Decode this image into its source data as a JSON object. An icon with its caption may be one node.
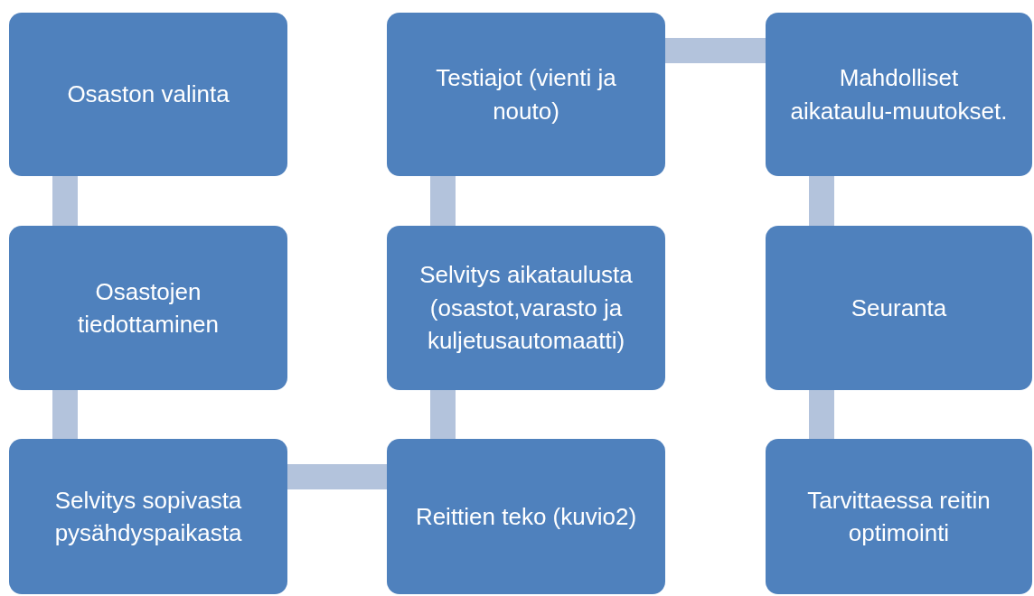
{
  "diagram": {
    "nodes": [
      {
        "text": [
          "Osaston valinta"
        ]
      },
      {
        "text": [
          "Osastojen tiedottaminen"
        ]
      },
      {
        "text": [
          "Selvitys sopivasta pysähdyspaikasta"
        ]
      },
      {
        "text": [
          "Reittien teko (kuvio2)"
        ]
      },
      {
        "text": [
          "Selvitys aikataulusta (osastot,varasto ja kuljetusautomaatti)"
        ]
      },
      {
        "text": [
          "Testiajot (vienti ja nouto)"
        ]
      },
      {
        "text": [
          "Mahdolliset aikataulu-muutokset."
        ]
      },
      {
        "text": [
          "Seuranta"
        ]
      },
      {
        "text": [
          "Tarvittaessa reitin optimointi"
        ]
      }
    ],
    "edges": [
      {
        "from": 0,
        "to": 1,
        "arrow": "none"
      },
      {
        "from": 1,
        "to": 2,
        "arrow": "none"
      },
      {
        "from": 2,
        "to": 3,
        "arrow": "none"
      },
      {
        "from": 3,
        "to": 4,
        "arrow": "none"
      },
      {
        "from": 4,
        "to": 5,
        "arrow": "none"
      },
      {
        "from": 5,
        "to": 6,
        "arrow": "none"
      },
      {
        "from": 6,
        "to": 7,
        "arrow": "none"
      },
      {
        "from": 7,
        "to": 8,
        "arrow": "none"
      }
    ]
  }
}
